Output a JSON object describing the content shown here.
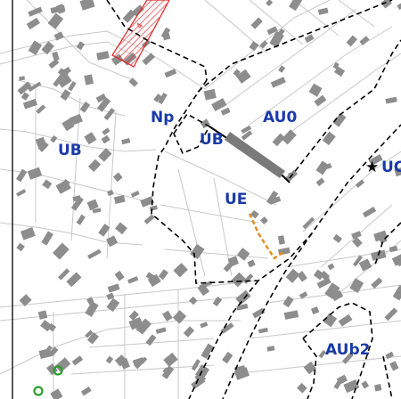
{
  "map": {
    "zones": [
      {
        "id": "np",
        "label": "Np"
      },
      {
        "id": "ub-center",
        "label": "UB"
      },
      {
        "id": "au0",
        "label": "AU0"
      },
      {
        "id": "ub-west",
        "label": "UB"
      },
      {
        "id": "ue",
        "label": "UE"
      },
      {
        "id": "uc",
        "label": "UC"
      },
      {
        "id": "aub2",
        "label": "AUb2"
      }
    ],
    "hatched_parcel_number": "4",
    "colors": {
      "zone_label": "#1a3aa8",
      "building": "#8d8d8d",
      "parcel_line": "#c8c8c8",
      "zone_boundary": "#000000",
      "hatched_parcel": "#e0302e",
      "orange_line": "#e8891e",
      "green_marker": "#2e9e2e"
    },
    "icons": {
      "marker": "star-icon",
      "tree": "circle-tree-icon"
    }
  }
}
